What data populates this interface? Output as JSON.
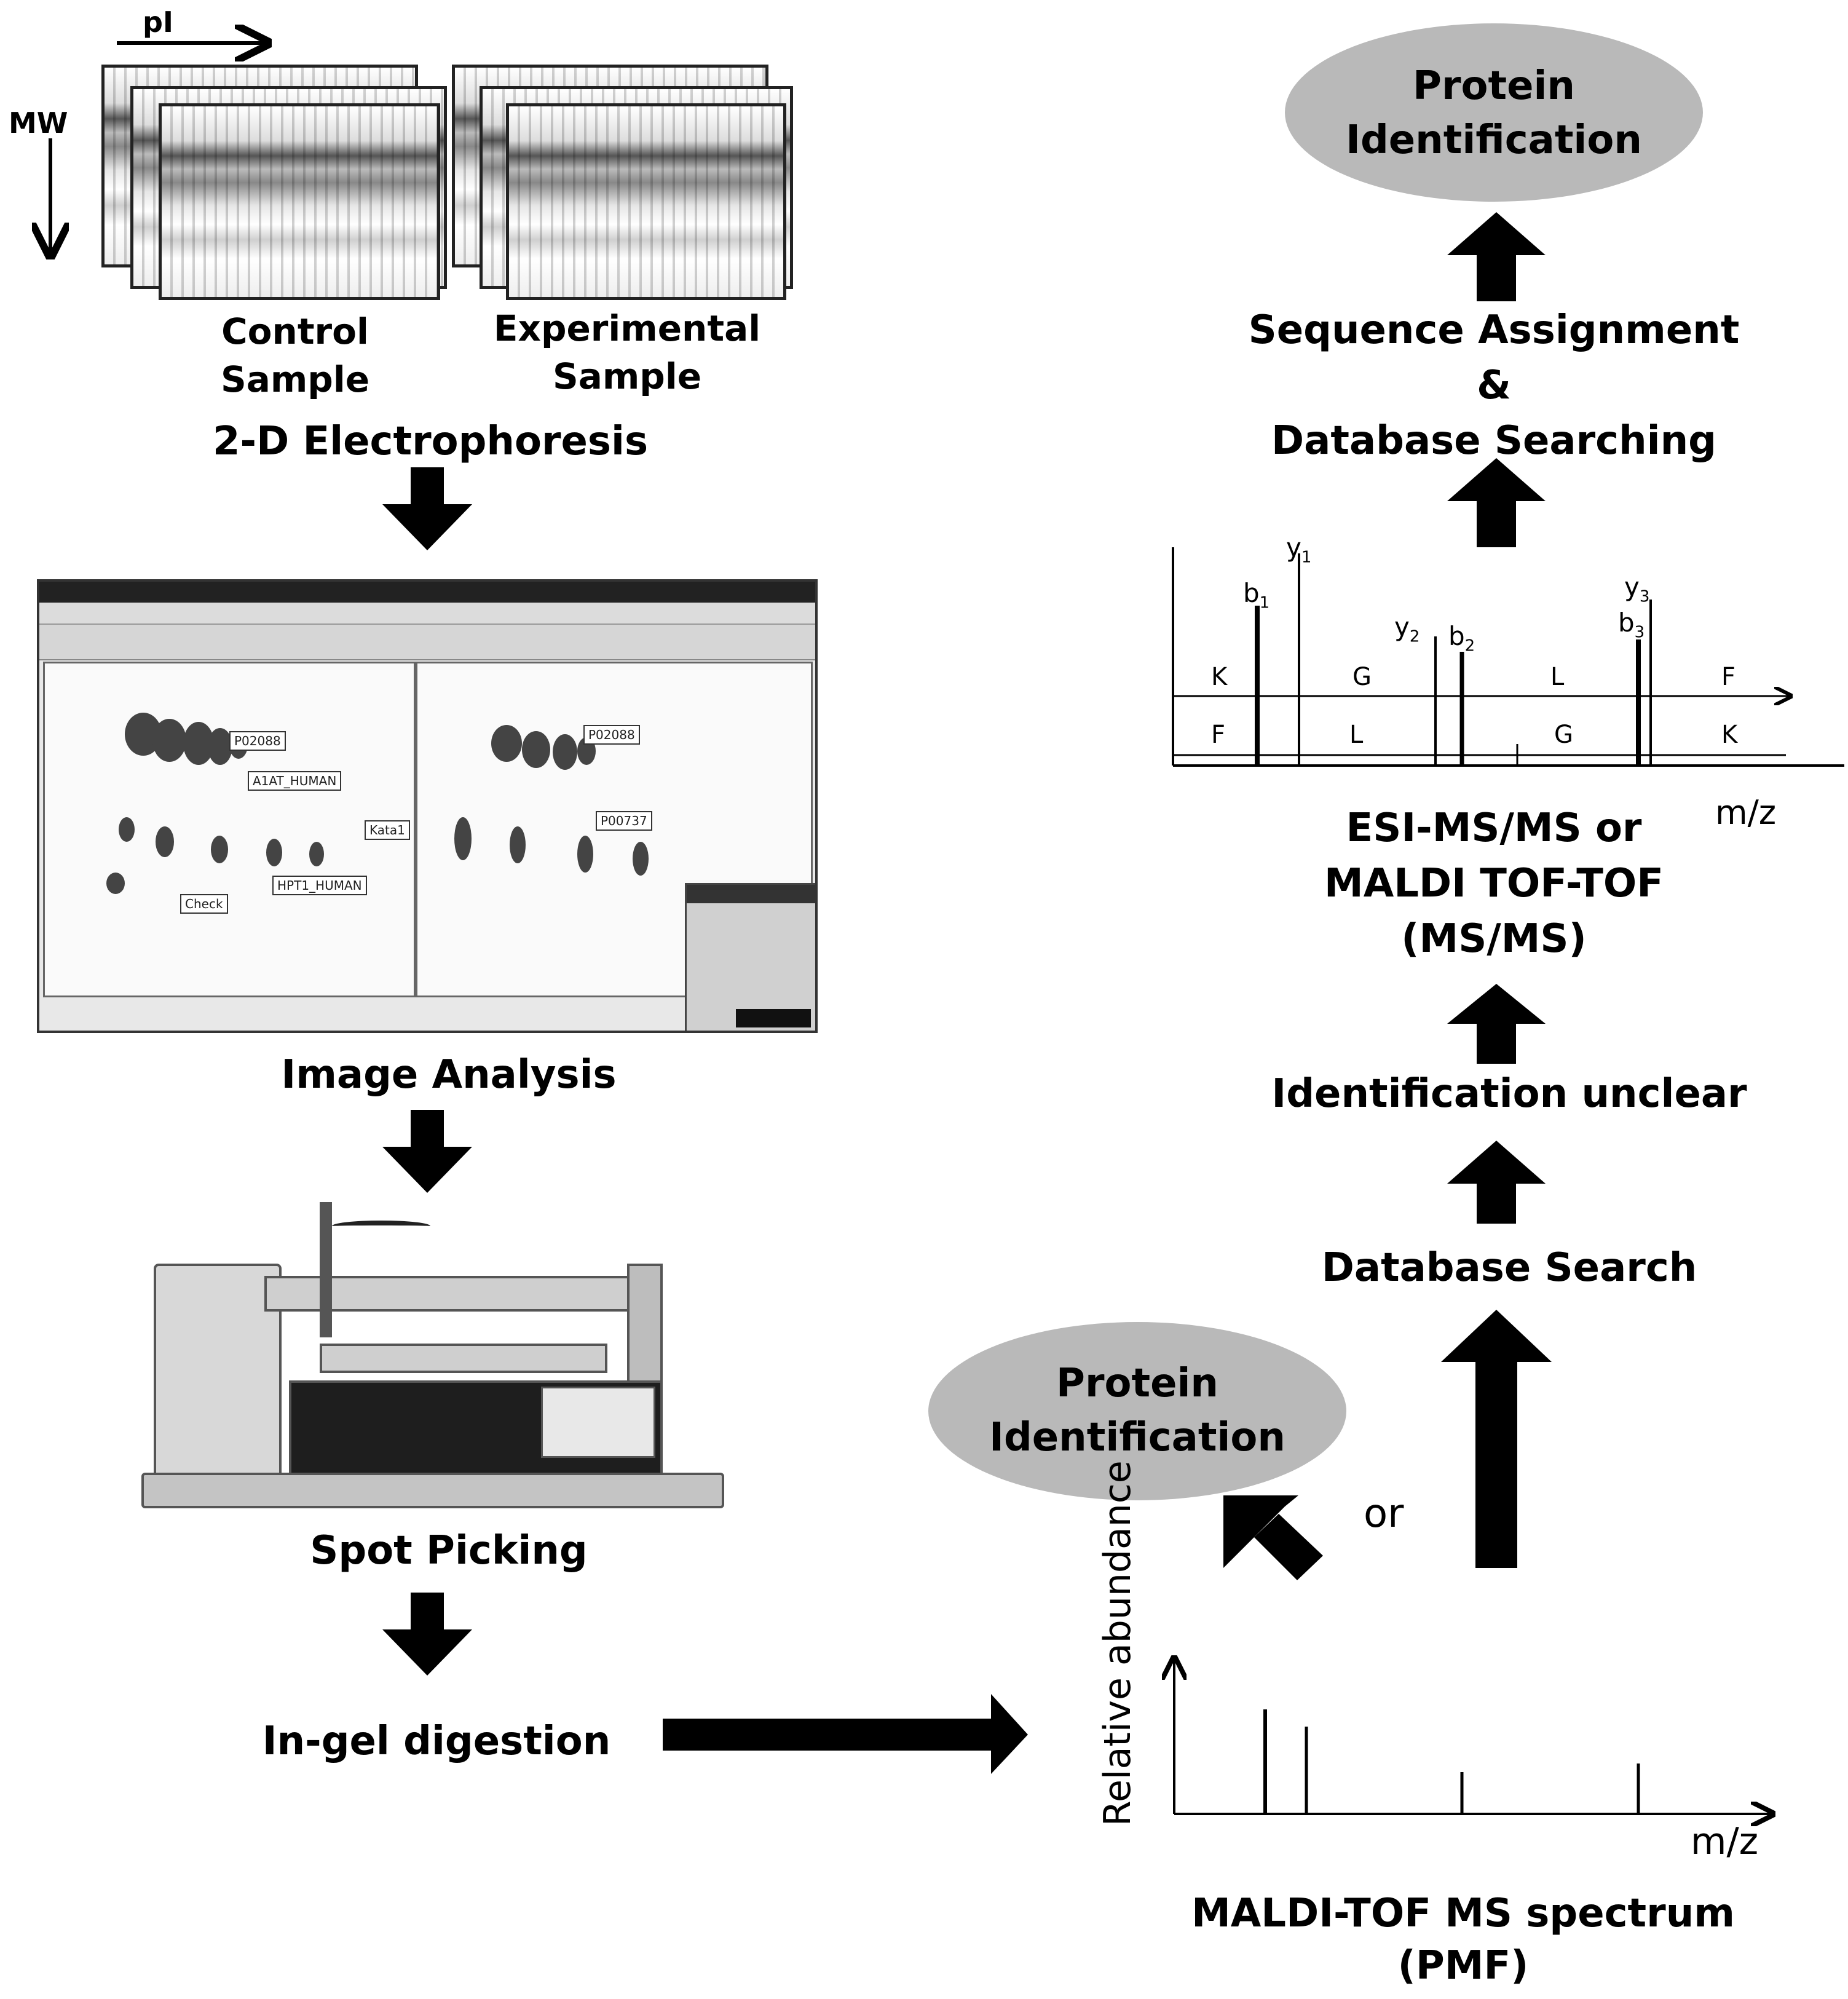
{
  "axes_top": {
    "pi_label": "pI",
    "mw_label": "MW"
  },
  "samples": {
    "control": [
      "Control",
      "Sample"
    ],
    "experimental": [
      "Experimental",
      "Sample"
    ]
  },
  "steps_left": {
    "electrophoresis": "2-D Electrophoresis",
    "image_analysis": "Image Analysis",
    "spot_picking": "Spot Picking",
    "in_gel_digestion": "In-gel digestion"
  },
  "software_window": {
    "tags": [
      "P02088",
      "A1AT_HUMAN",
      "Kata1",
      "HPT1_HUMAN",
      "Check",
      "P02088",
      "P00737"
    ]
  },
  "right_flow": {
    "protein_id_top": [
      "Protein",
      "Identification"
    ],
    "sequence_assignment": [
      "Sequence Assignment",
      "&",
      "Database Searching"
    ],
    "msms_axis": "m/z",
    "msms_method": [
      "ESI-MS/MS or",
      "MALDI TOF-TOF",
      "(MS/MS)"
    ],
    "identification_unclear": "Identification unclear",
    "database_search": "Database Search",
    "protein_id_mid": [
      "Protein",
      "Identification"
    ],
    "or_label": "or",
    "pmf_ylabel": "Relative abundance",
    "pmf_xlabel": "m/z",
    "pmf_title": [
      "MALDI-TOF MS spectrum",
      "(PMF)"
    ]
  },
  "fragment_ladder": {
    "top_ions": {
      "b1": "b",
      "b1_sub": "1",
      "y1": "y",
      "y1_sub": "1",
      "y2": "y",
      "y2_sub": "2",
      "b2": "b",
      "b2_sub": "2",
      "y3": "y",
      "y3_sub": "3",
      "b3": "b",
      "b3_sub": "3"
    },
    "upper_residues": [
      "K",
      "G",
      "L",
      "F"
    ],
    "lower_residues": [
      "F",
      "L",
      "G",
      "K"
    ]
  },
  "colors": {
    "ellipse_fill": "#b9b9b9",
    "arrow": "#000000"
  }
}
